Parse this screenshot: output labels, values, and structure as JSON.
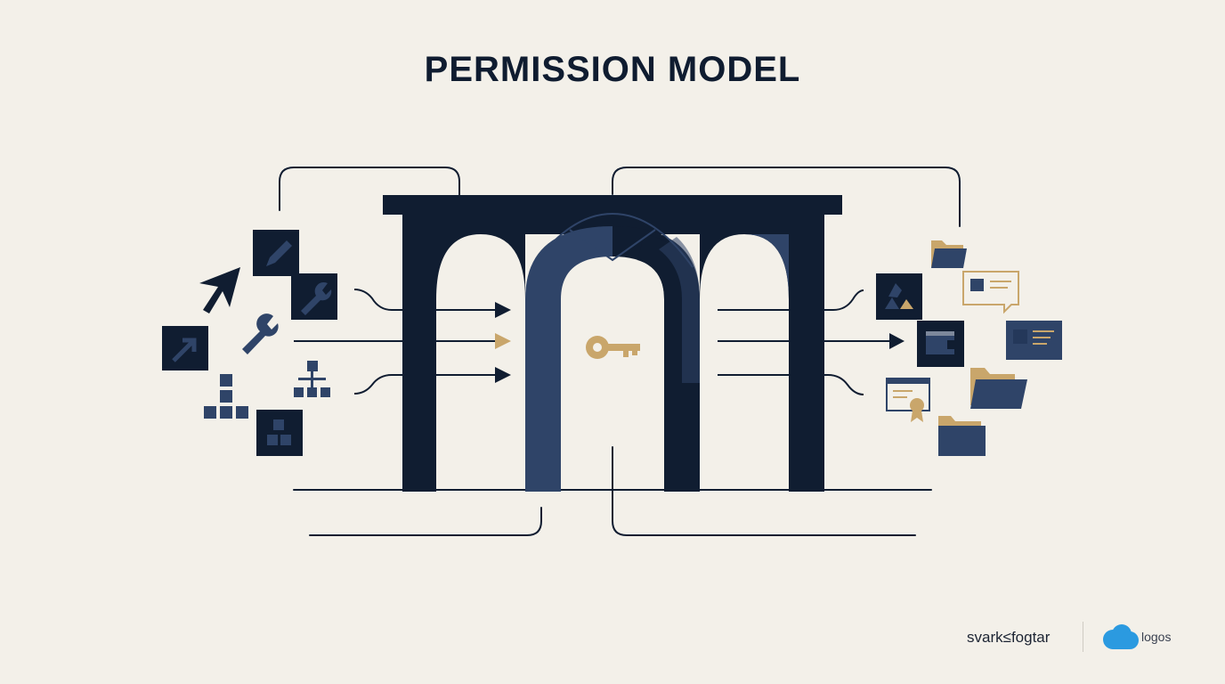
{
  "title": "PERMISSION MODEL",
  "footer": {
    "brand": "svark≤fogtar",
    "logo_text": "logos"
  },
  "colors": {
    "background": "#f3f0e9",
    "navy_dark": "#101d31",
    "navy_mid": "#2f4468",
    "gold": "#c9a66b",
    "logo_blue": "#2b9ae0"
  },
  "icons": {
    "left": [
      "pencil-icon",
      "wrench-icon",
      "arrow-icon",
      "wrench-icon",
      "diagonal-arrow-icon",
      "hierarchy-icon",
      "blocks-icon",
      "grid-blocks-icon"
    ],
    "center": "key-icon",
    "right": [
      "folder-icon",
      "shapes-icon",
      "message-card-icon",
      "window-icon",
      "id-card-icon",
      "folder-icon",
      "certificate-icon",
      "folder-icon"
    ]
  }
}
